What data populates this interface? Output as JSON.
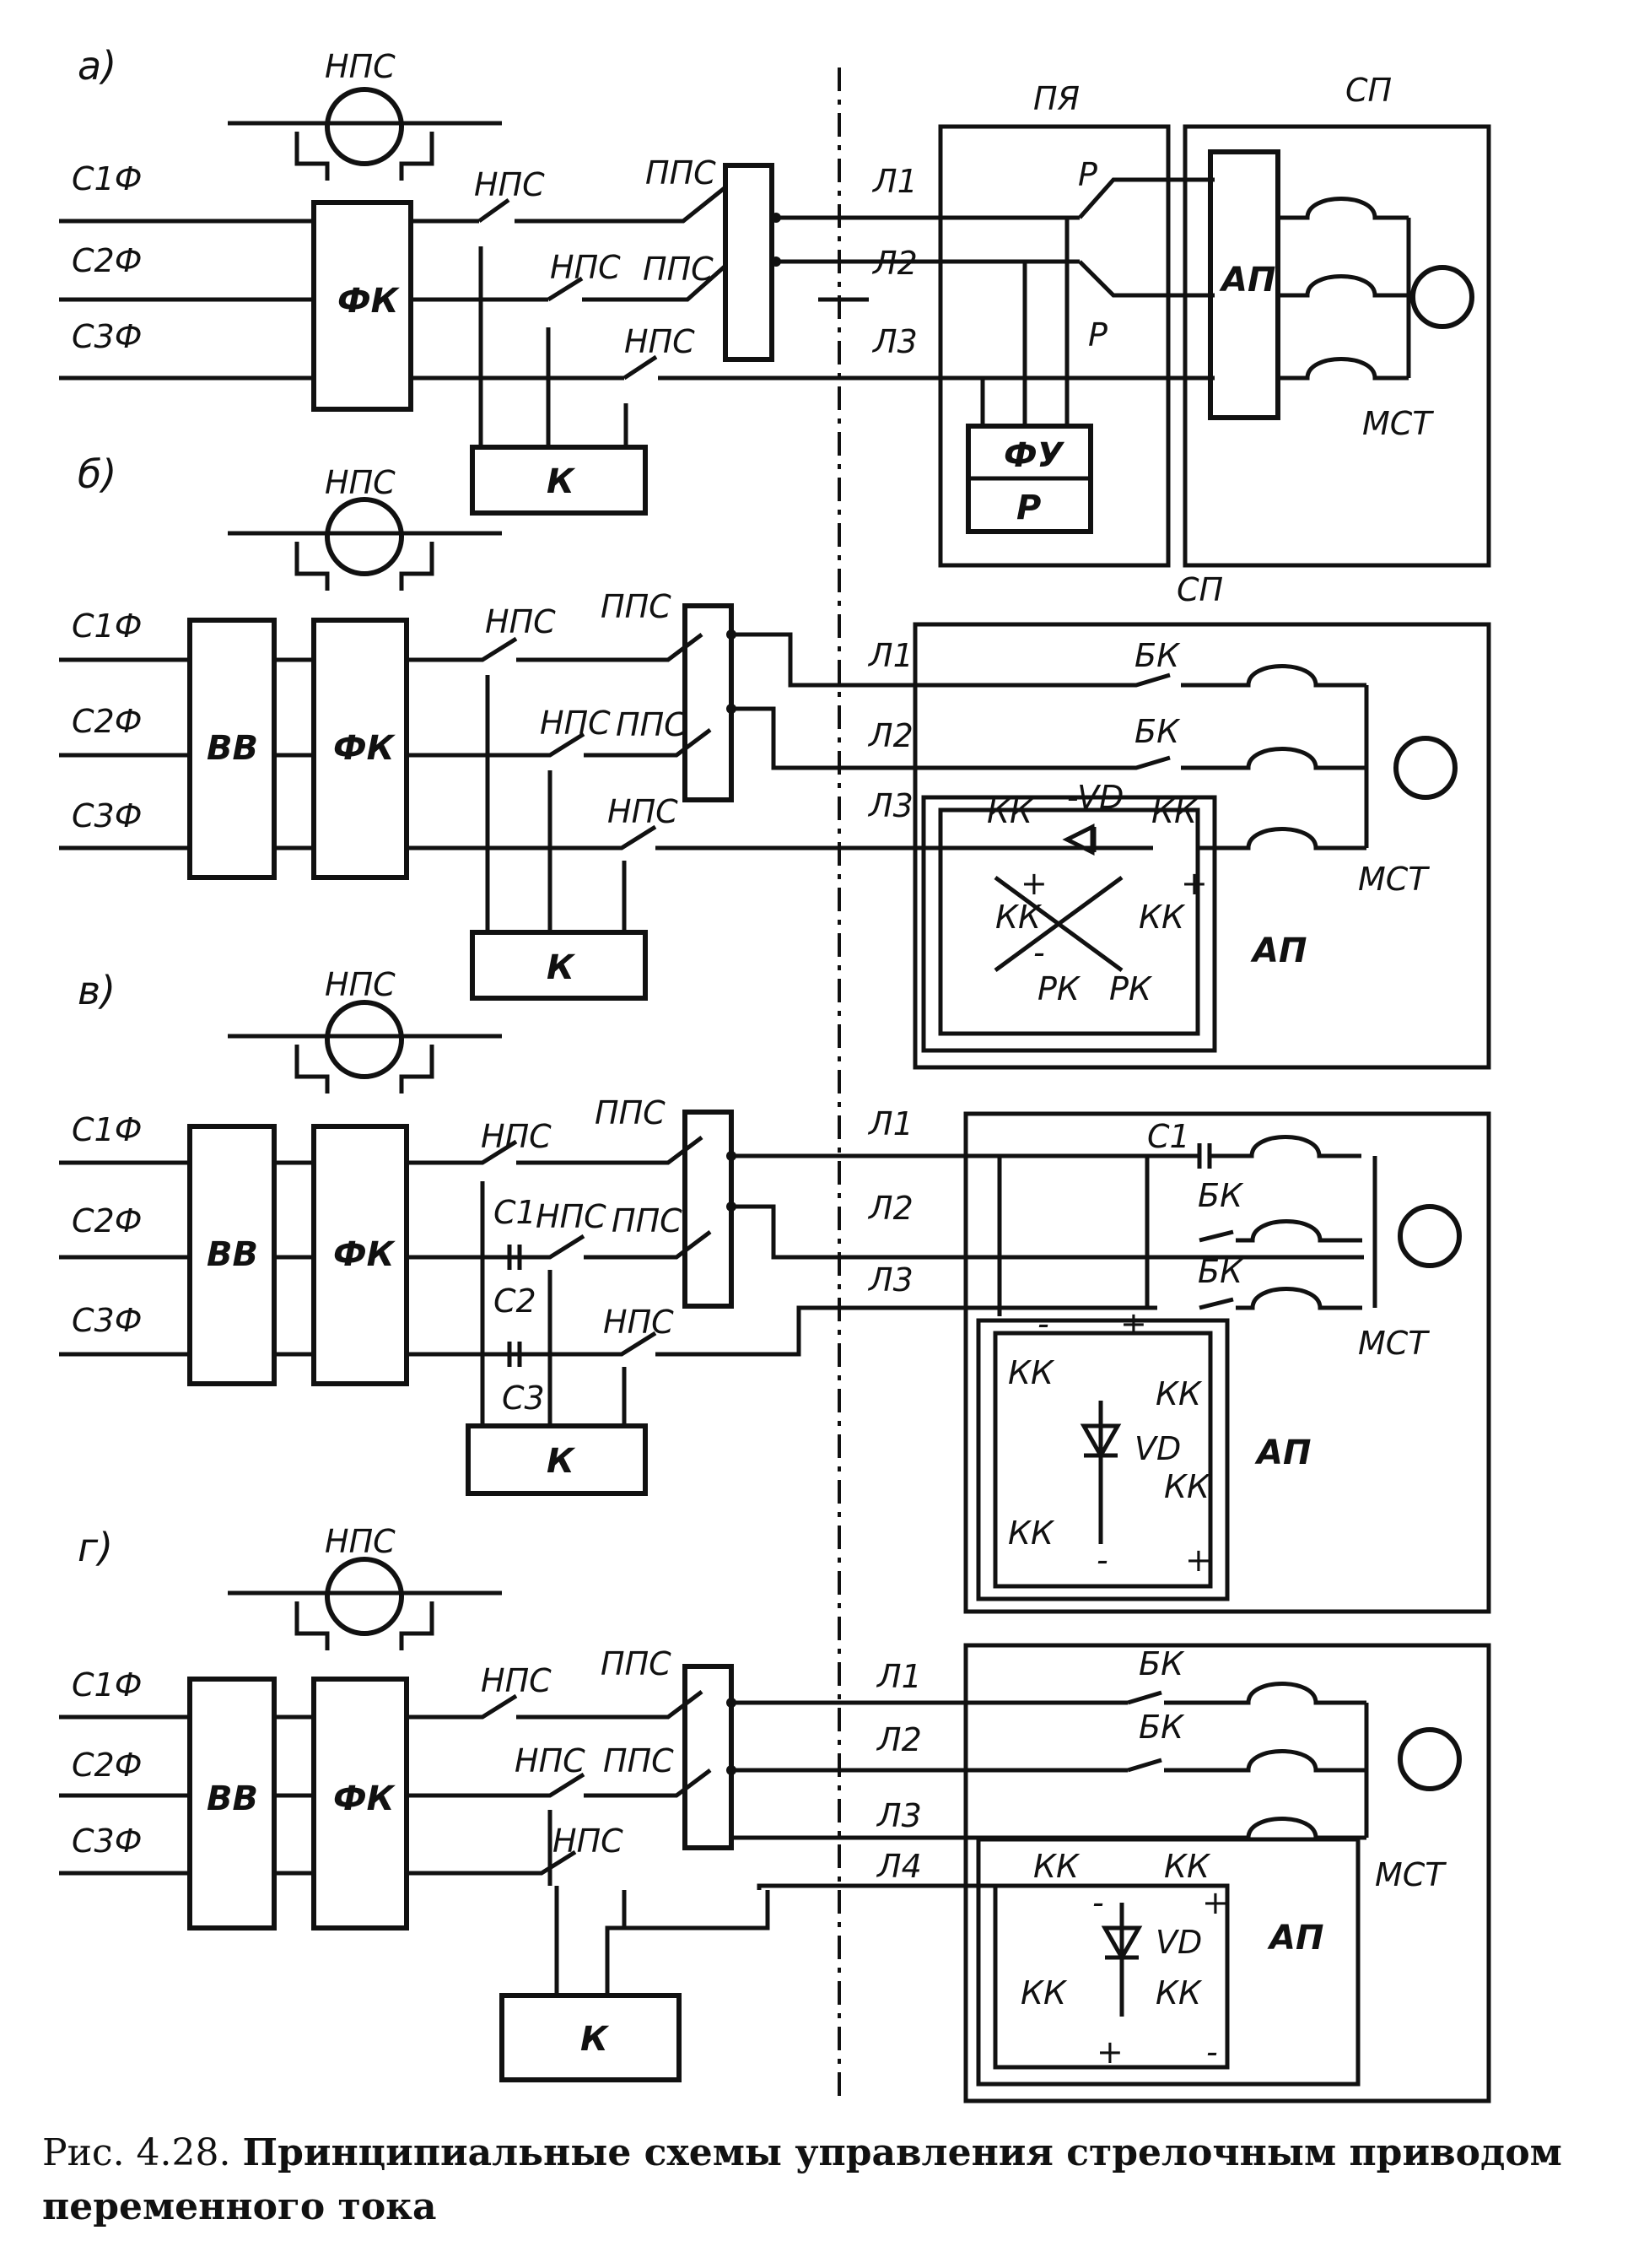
{
  "caption": {
    "label": "Рис. 4.28.",
    "text": "Принципиальные схемы управления стрелочным приводом переменного тока"
  },
  "diagram": {
    "panels": [
      {
        "id": "a",
        "label": "а)",
        "phases": [
          "С1Ф",
          "С2Ф",
          "С3Ф"
        ],
        "lines": [
          "Л1",
          "Л2",
          "Л3"
        ],
        "labels": {
          "nps": "НПС",
          "pps": "ППС",
          "fk": "ФК",
          "k": "К",
          "py": "ПЯ",
          "sp": "СП",
          "r": "Р",
          "ap": "АП",
          "fu": "ФУ",
          "mst": "МСТ"
        }
      },
      {
        "id": "b",
        "label": "б)",
        "phases": [
          "С1Ф",
          "С2Ф",
          "С3Ф"
        ],
        "lines": [
          "Л1",
          "Л2",
          "Л3"
        ],
        "labels": {
          "nps": "НПС",
          "pps": "ППС",
          "vv": "ВВ",
          "fk": "ФК",
          "k": "К",
          "sp": "СП",
          "bk": "БК",
          "kk": "КК",
          "vd": "-VD",
          "rk": "РК",
          "ap": "АП",
          "mst": "МСТ",
          "plus": "+",
          "minus": "-"
        }
      },
      {
        "id": "v",
        "label": "в)",
        "phases": [
          "С1Ф",
          "С2Ф",
          "С3Ф"
        ],
        "lines": [
          "Л1",
          "Л2",
          "Л3"
        ],
        "labels": {
          "nps": "НПС",
          "pps": "ППС",
          "vv": "ВВ",
          "fk": "ФК",
          "k": "К",
          "c1": "С1",
          "c2": "С2",
          "c3": "С3",
          "bk": "БК",
          "kk": "КК",
          "vd": "VD",
          "ap": "АП",
          "mst": "МСТ",
          "plus": "+",
          "minus": "-"
        }
      },
      {
        "id": "g",
        "label": "г)",
        "phases": [
          "С1Ф",
          "С2Ф",
          "С3Ф"
        ],
        "lines": [
          "Л1",
          "Л2",
          "Л3",
          "Л4"
        ],
        "labels": {
          "nps": "НПС",
          "pps": "ППС",
          "vv": "ВВ",
          "fk": "ФК",
          "k": "К",
          "bk": "БК",
          "kk": "КК",
          "vd": "VD",
          "ap": "АП",
          "mst": "МСТ",
          "plus": "+",
          "minus": "-"
        }
      }
    ]
  }
}
